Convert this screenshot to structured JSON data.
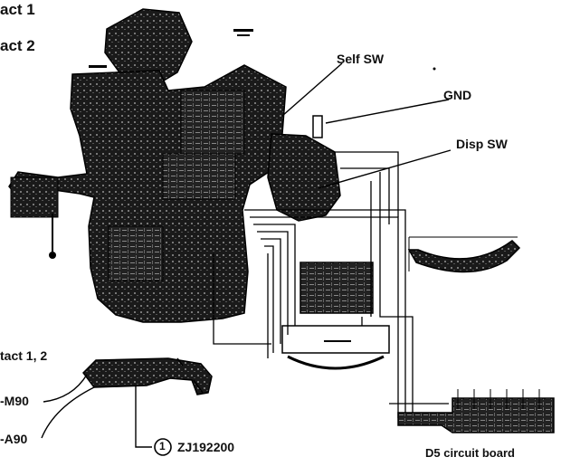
{
  "labels": {
    "contact1": "act 1",
    "contact2": "act 2",
    "self_sw": "Self SW",
    "gnd": "GND",
    "disp_sw": "Disp SW",
    "contact_12": "tact 1, 2",
    "m90": "-M90",
    "a90": "-A90",
    "part_number": "ZJ192200",
    "part_callout": "1",
    "d5_board": "D5 circuit board"
  }
}
